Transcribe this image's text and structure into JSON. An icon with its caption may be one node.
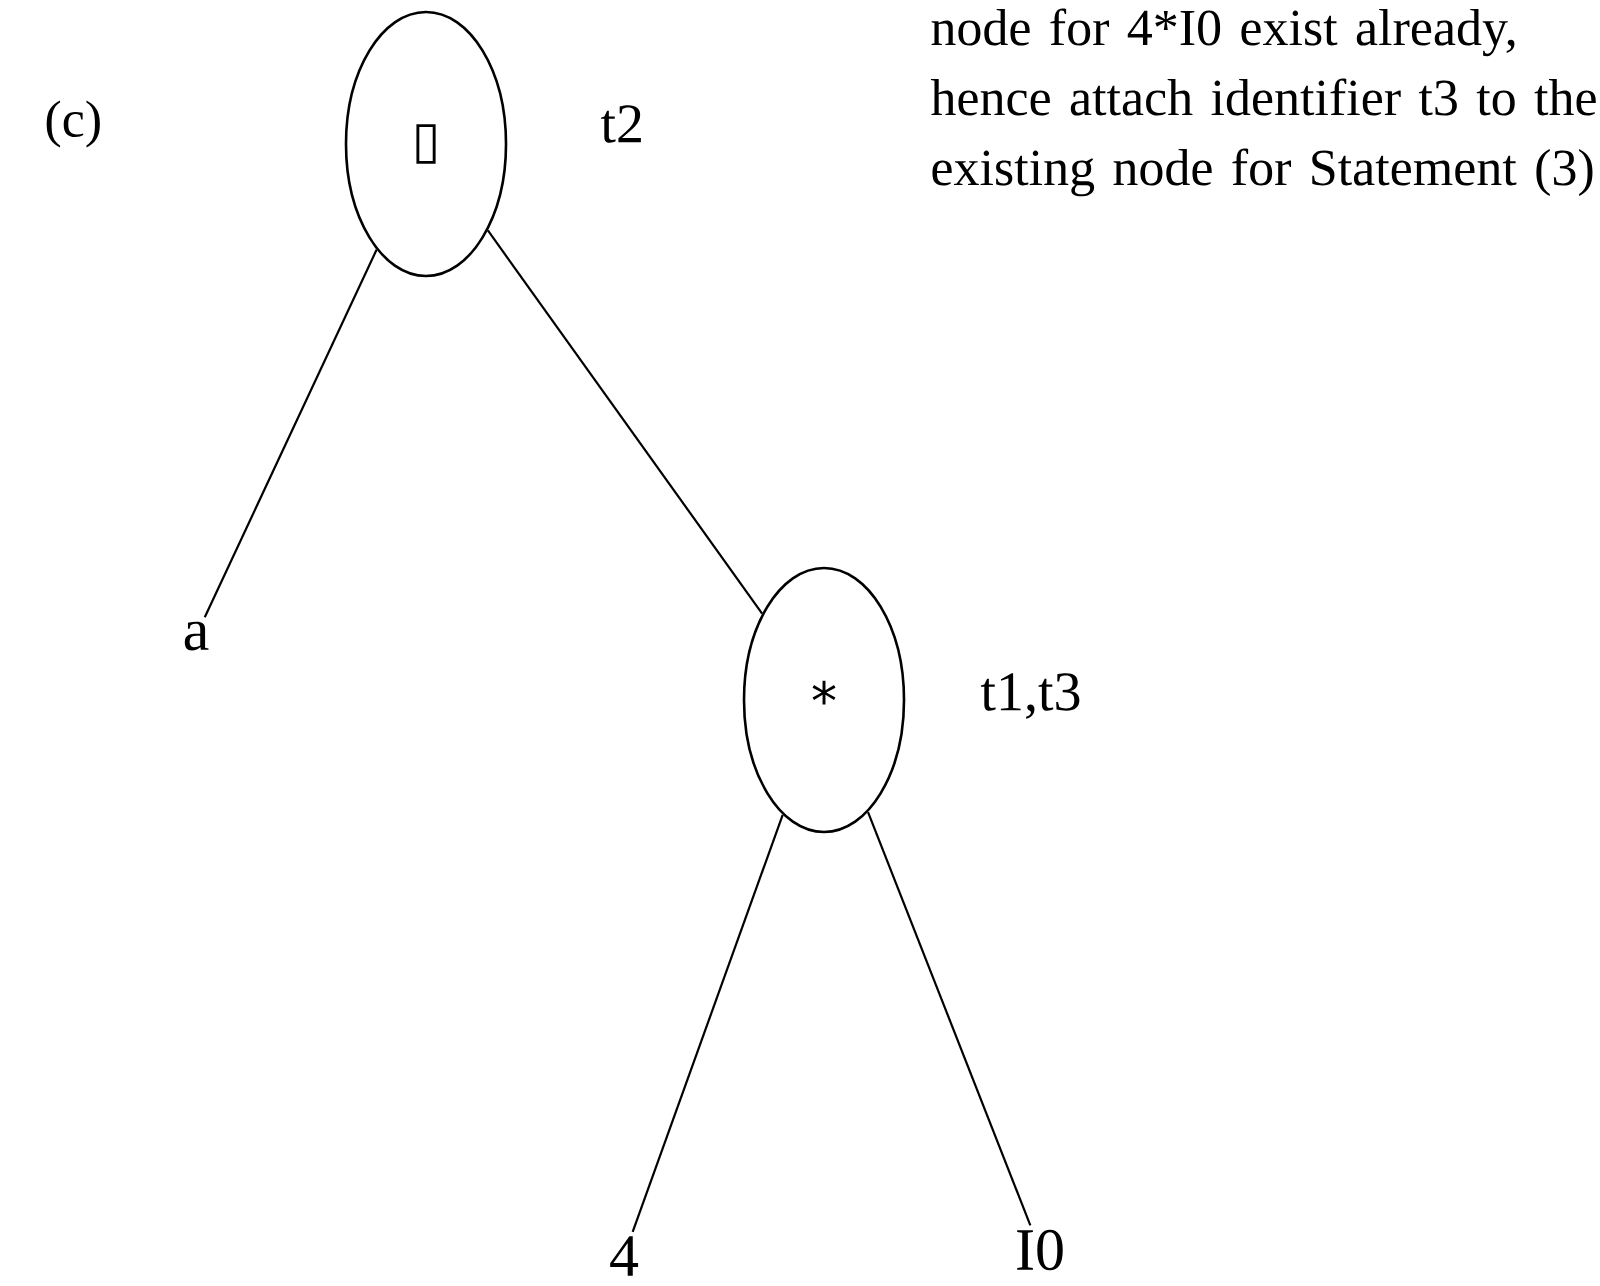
{
  "diagram": {
    "nodes": [
      {
        "text": [
          "▯"
        ],
        "beside": [
          "t2"
        ]
      },
      {
        "text": [
          "a"
        ]
      },
      {
        "text": [
          "*"
        ],
        "beside": [
          "t1,t3"
        ]
      },
      {
        "text": [
          "4"
        ]
      },
      {
        "text": [
          "I0"
        ]
      }
    ],
    "edges": [
      {
        "from": 0,
        "to": 1,
        "arrow": "none"
      },
      {
        "from": 0,
        "to": 2,
        "arrow": "none"
      },
      {
        "from": 2,
        "to": 3,
        "arrow": "none"
      },
      {
        "from": 2,
        "to": 4,
        "arrow": "none"
      }
    ],
    "labels": [
      "(c)",
      "node for 4*I0 exist already, hence attach identifier t3 to the existing node for Statement (3)"
    ]
  }
}
